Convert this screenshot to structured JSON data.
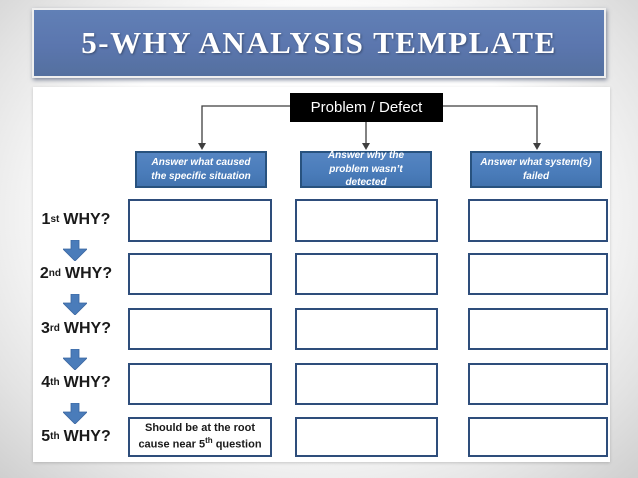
{
  "slide": {
    "title": "5-WHY ANALYSIS TEMPLATE",
    "problem_label": "Problem / Defect",
    "column_headers": [
      {
        "label": "Answer what caused the specific situation"
      },
      {
        "label": "Answer why the problem wasn’t detected"
      },
      {
        "label": "Answer what system(s) failed"
      }
    ],
    "why_rows": [
      {
        "num": "1",
        "sup": "st",
        "word": "WHY?"
      },
      {
        "num": "2",
        "sup": "nd",
        "word": "WHY?"
      },
      {
        "num": "3",
        "sup": "rd",
        "word": "WHY?"
      },
      {
        "num": "4",
        "sup": "th",
        "word": "WHY?"
      },
      {
        "num": "5",
        "sup": "th",
        "word": "WHY?"
      }
    ],
    "root_cause_note": {
      "line1": "Should be at the root",
      "line2_pre": "cause near 5",
      "line2_sup": "th",
      "line2_post": " question"
    },
    "colors": {
      "banner_blue": "#5b76ae",
      "header_blue": "#4a7cba",
      "header_border": "#28527e",
      "box_border_navy": "#2e4d7b",
      "problem_box_bg": "#000000",
      "arrow_blue": "#4a7cba",
      "connector_gray": "#3f3f3f"
    }
  }
}
